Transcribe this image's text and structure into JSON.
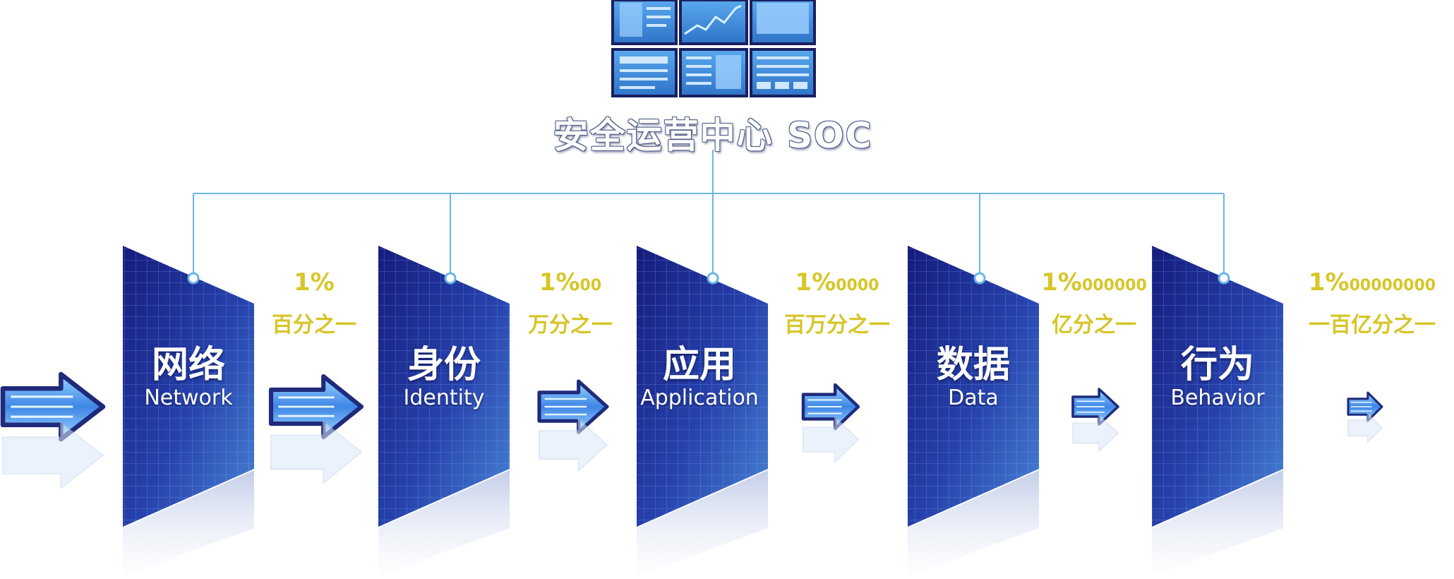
{
  "soc": {
    "title": "安全运营中心 SOC"
  },
  "layers": [
    {
      "cn": "网络",
      "en": "Network"
    },
    {
      "cn": "身份",
      "en": "Identity"
    },
    {
      "cn": "应用",
      "en": "Application"
    },
    {
      "cn": "数据",
      "en": "Data"
    },
    {
      "cn": "行为",
      "en": "Behavior"
    }
  ],
  "ratios": [
    {
      "num": "1%",
      "suffix": "",
      "cn": "百分之一"
    },
    {
      "num": "1%",
      "suffix": "00",
      "cn": "万分之一"
    },
    {
      "num": "1%",
      "suffix": "0000",
      "cn": "百万分之一"
    },
    {
      "num": "1%",
      "suffix": "000000",
      "cn": "亿分之一"
    },
    {
      "num": "1%",
      "suffix": "00000000",
      "cn": "一百亿分之一"
    }
  ],
  "colors": {
    "panel_dark": "#1a1f86",
    "panel_light": "#3d73cc",
    "connector": "#6ab6e6",
    "ratio_text": "#d6c62a",
    "arrow_fill": "#6cb6f2",
    "arrow_border": "#1f2a7a"
  }
}
